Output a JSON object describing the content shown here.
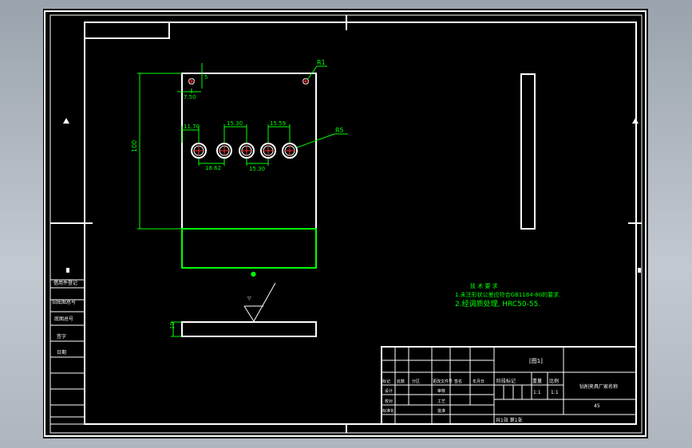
{
  "drawing": {
    "dims": {
      "r1": "R1",
      "r5": "R5",
      "d_top_small": "5",
      "d_left_small": "7.50",
      "d_edge": "11.70",
      "d_pitch_a": "15.30",
      "d_pitch_b": "15.59",
      "d_bottom_a": "18.62",
      "d_bottom_b": "15.30",
      "d_height": "100",
      "d_thickness": "10"
    },
    "requirements": {
      "heading": "技 术 要 求",
      "line1": "1.未注形状公差应符合GB1184-80的要求.",
      "line2": "2.经调质处理, HRC50-55."
    },
    "side_table": [
      "借用件登记",
      "旧底图总号",
      "底图总号",
      "签字",
      "日期"
    ],
    "title_block": {
      "part_name": "[图1]",
      "company": "钻削夹具厂家名称",
      "material": "45",
      "scale": "1:1",
      "qty": "1:1",
      "sheet": "共1张 第1张",
      "row_labels": [
        "标记",
        "处数",
        "分区",
        "更改文件号",
        "签名",
        "年月日"
      ],
      "role_labels": [
        "设计",
        "校对",
        "审核",
        "工艺",
        "标准化",
        "批准"
      ],
      "stage_labels": [
        "阶段标记",
        "重量",
        "比例"
      ]
    }
  }
}
